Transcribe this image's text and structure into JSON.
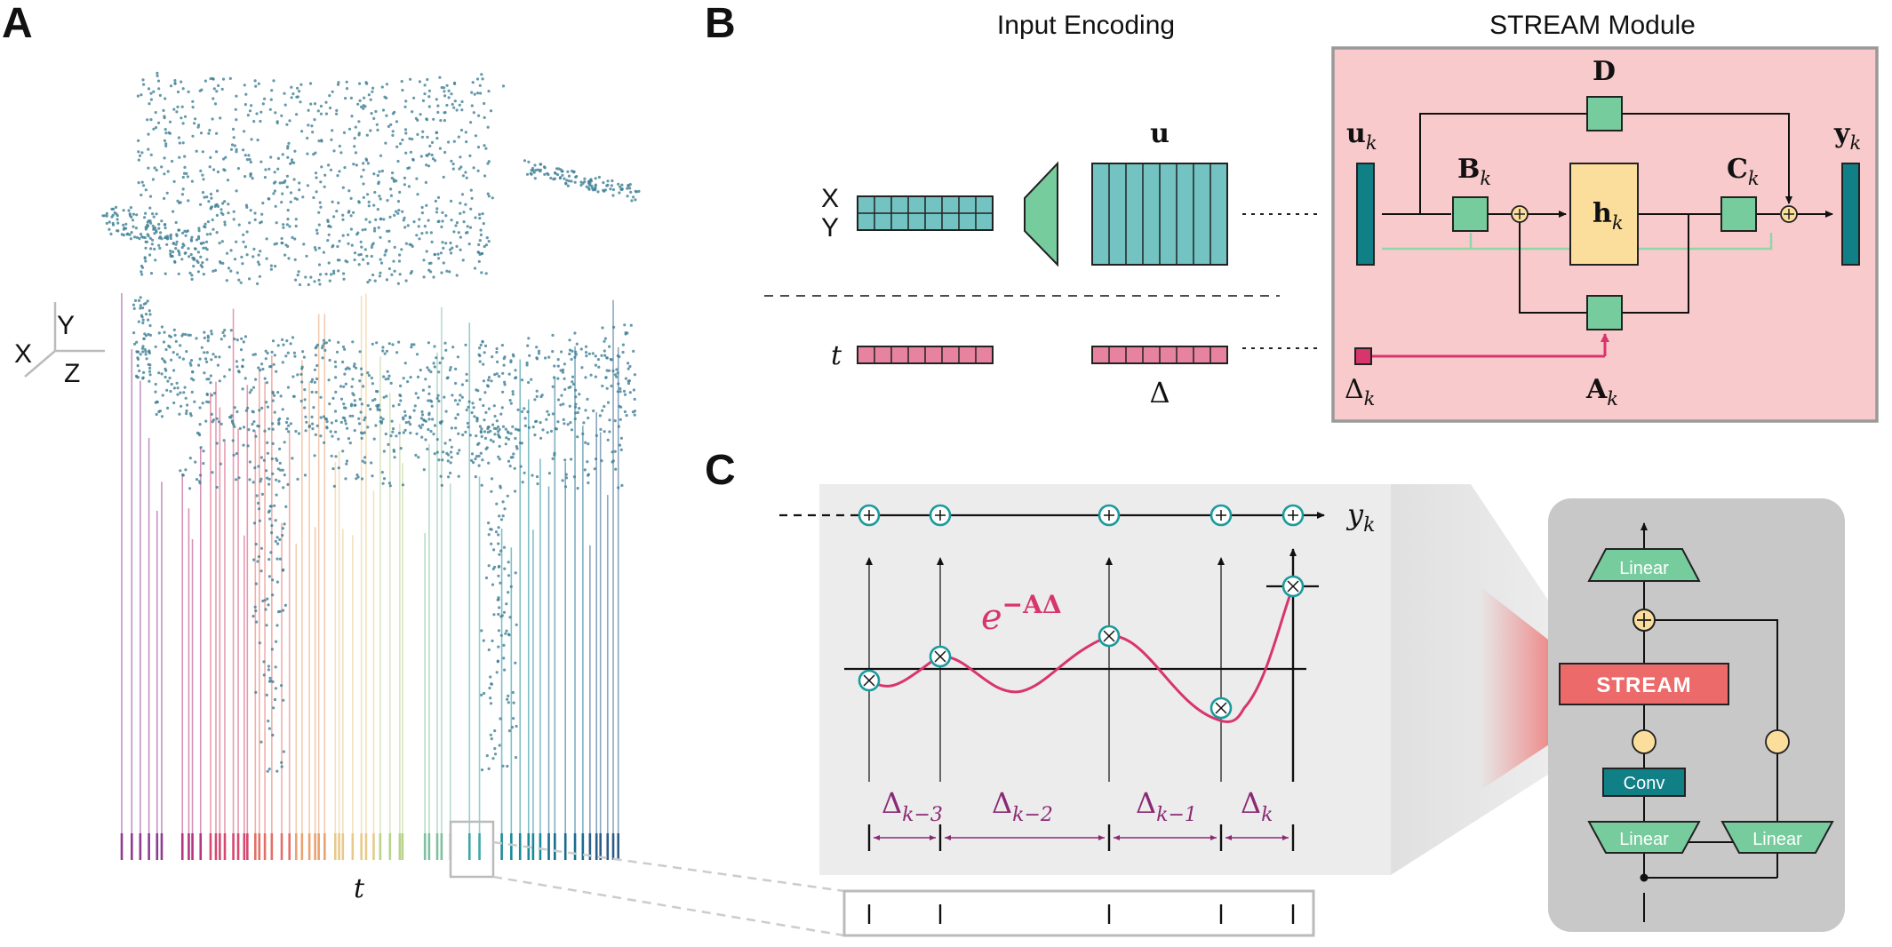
{
  "panels": {
    "a": "A",
    "b": "B",
    "c": "C"
  },
  "panel_a": {
    "axes": {
      "x": "X",
      "y": "Y",
      "z": "Z"
    },
    "time_label": "t",
    "colors": [
      "#8e3c8f",
      "#b5367e",
      "#d6486f",
      "#e56f67",
      "#eaa271",
      "#e7c98a",
      "#b9d28e",
      "#7fc0a0",
      "#3fa7a6",
      "#1a8a9b",
      "#196c8e",
      "#2c5d89"
    ]
  },
  "panel_b": {
    "input_encoding_title": "Input Encoding",
    "stream_module_title": "STREAM Module",
    "input_x": "X",
    "input_y": "Y",
    "input_t": "t",
    "u_label": "u",
    "delta_label": "Δ",
    "d_label": "D",
    "uk_base": "u",
    "uk_sub": "k",
    "yk_base": "y",
    "yk_sub": "k",
    "bk_base": "B",
    "bk_sub": "k",
    "ck_base": "C",
    "ck_sub": "k",
    "hk_base": "h",
    "hk_sub": "k",
    "ak_base": "A",
    "ak_sub": "k",
    "deltak_base": "Δ",
    "deltak_sub": "k",
    "colors": {
      "teal": "#72c3c2",
      "dark_teal": "#117f86",
      "green": "#77cc9d",
      "yellow": "#fbde9b",
      "pink": "#e7829f",
      "magenta": "#d8356c",
      "module_bg": "#f8cacb"
    }
  },
  "panel_c": {
    "yk_base": "y",
    "yk_sub": "k",
    "exp_base": "e",
    "exp_power": "−AΔ",
    "deltas": [
      {
        "base": "Δ",
        "sub": "k−3"
      },
      {
        "base": "Δ",
        "sub": "k−2"
      },
      {
        "base": "Δ",
        "sub": "k−1"
      },
      {
        "base": "Δ",
        "sub": "k"
      }
    ],
    "block": {
      "linear_top": "Linear",
      "stream": "STREAM",
      "conv": "Conv",
      "linear_left": "Linear",
      "linear_right": "Linear"
    },
    "colors": {
      "curve": "#d8356c",
      "node": "#1a9a9b",
      "stream": "#ec6b6a",
      "delta": "#8a2a74",
      "block_bg": "#c8c8c8"
    }
  }
}
